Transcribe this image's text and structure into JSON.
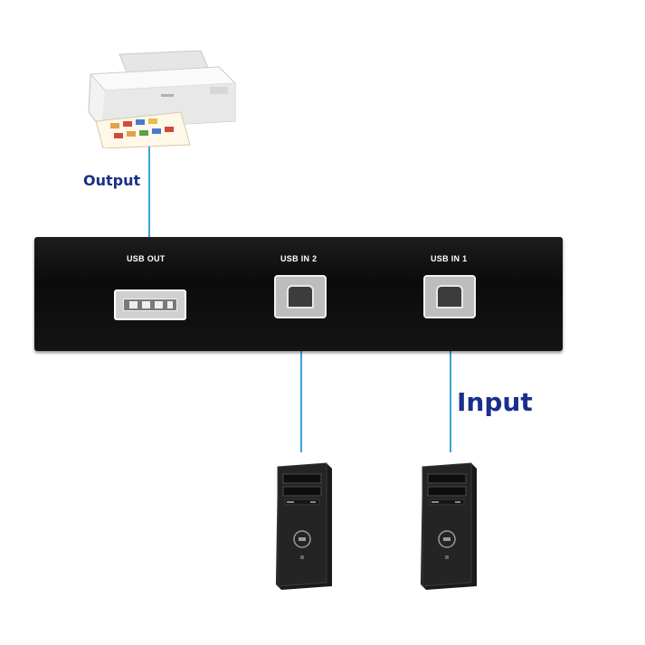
{
  "labels": {
    "output": "Output",
    "input": "Input"
  },
  "ports": {
    "usb_out": "USB OUT",
    "usb_in_2": "USB IN 2",
    "usb_in_1": "USB IN 1"
  },
  "colors": {
    "label_text": "#1a2f8c",
    "cable": "#3aa3d8",
    "switch_body": "#111111"
  },
  "icons": {
    "printer": "printer-icon",
    "computer": "desktop-tower-icon"
  }
}
